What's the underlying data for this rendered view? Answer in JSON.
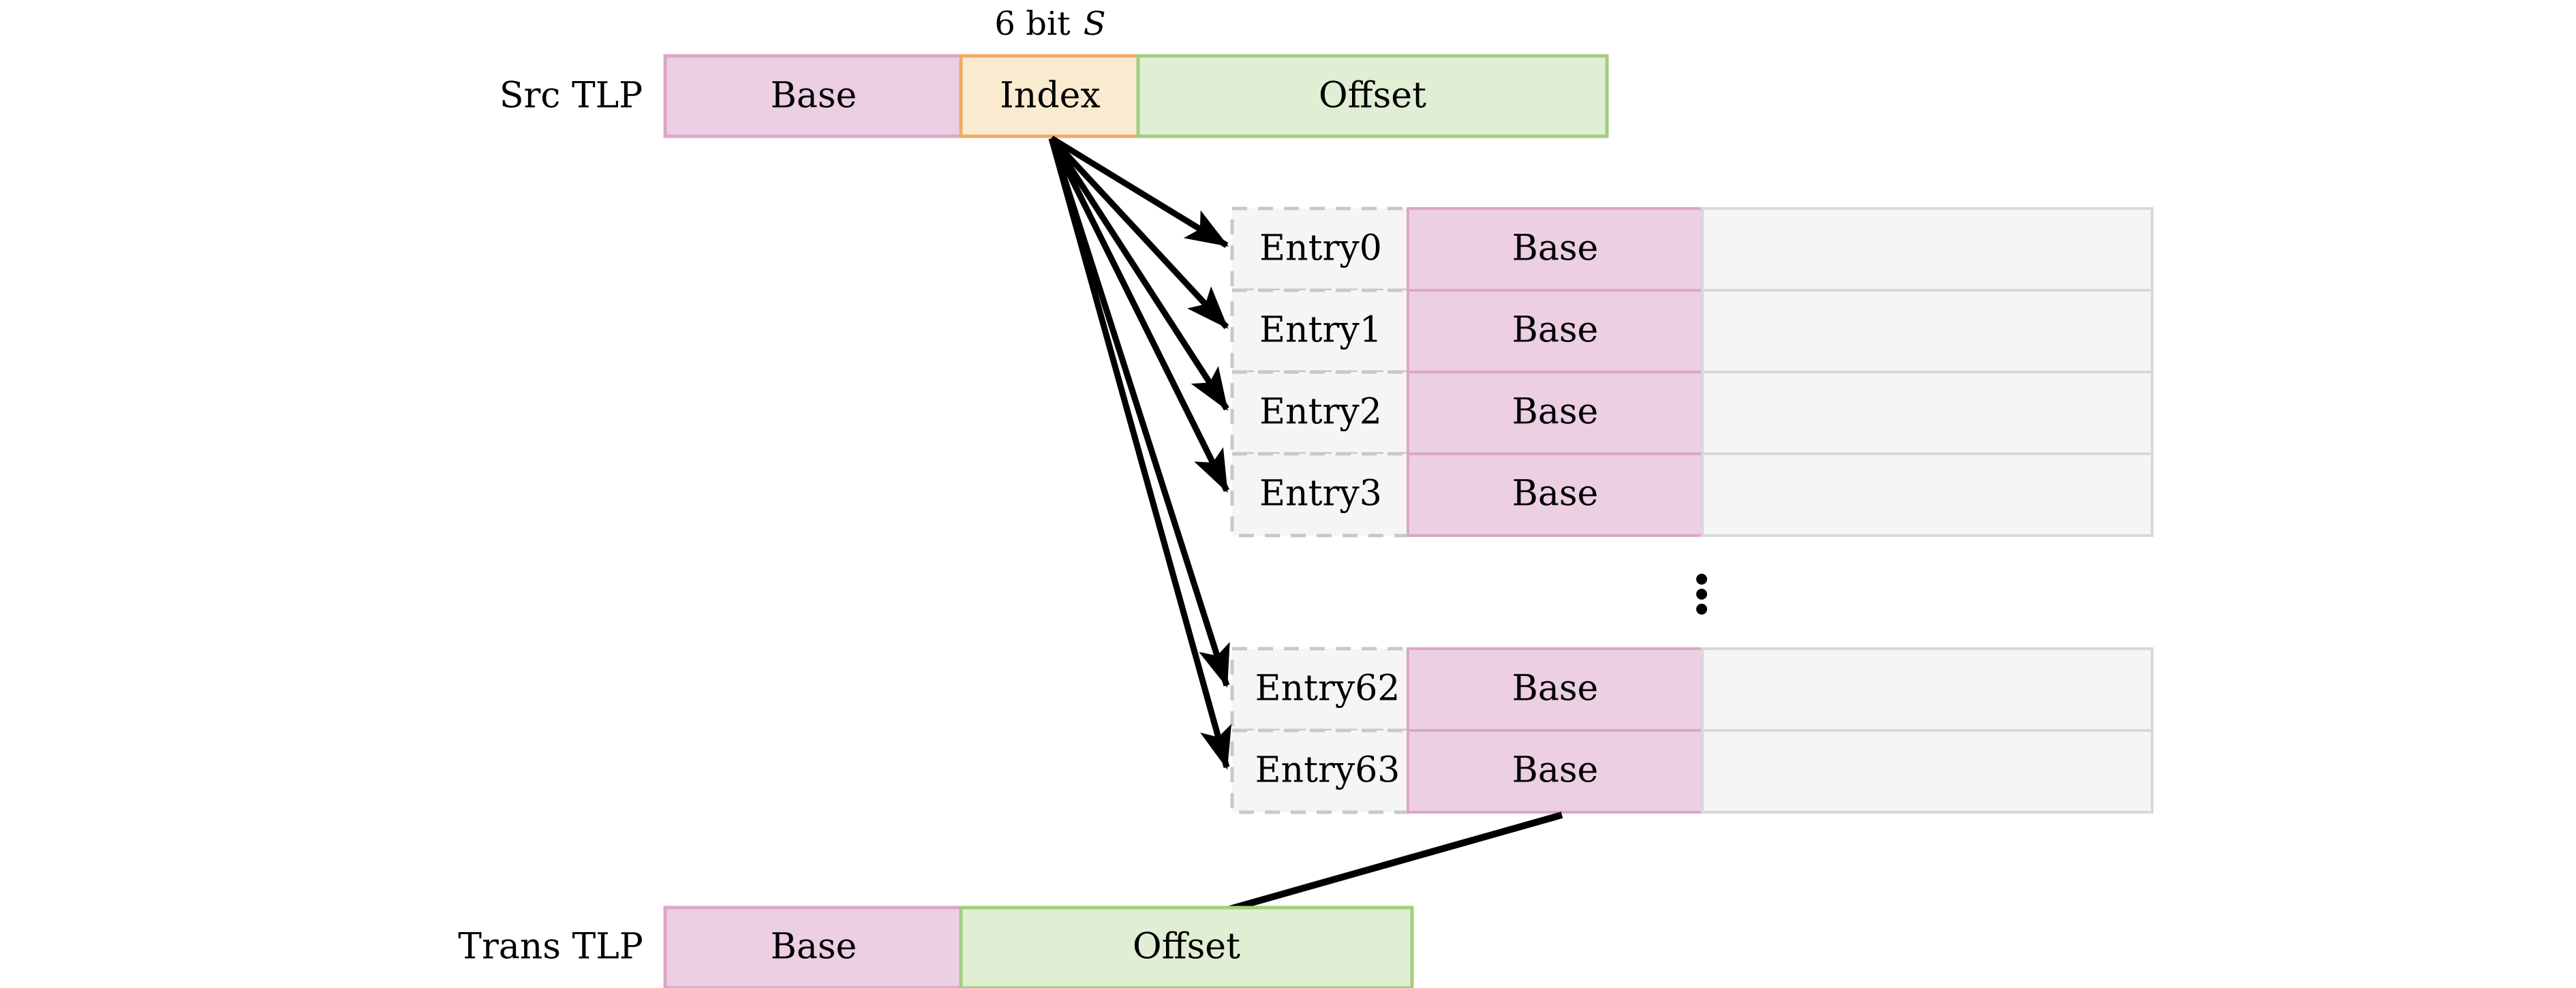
{
  "figure": {
    "title_note": "6 bit S",
    "bit_label": {
      "count": "6 bit",
      "symbol": "S"
    },
    "colors": {
      "base_fill": "#eccfe2",
      "base_stroke": "#dba6c8",
      "index_fill": "#faeacf",
      "index_stroke": "#eeab67",
      "offset_fill": "#e0eed3",
      "offset_stroke": "#a3cd7f",
      "table_entry_fill": "#f5f5f5",
      "table_entry_stroke": "#c8c8c8",
      "table_blank_fill": "#f5f5f5",
      "table_blank_stroke": "#d8d8d8",
      "arrow": "#000000",
      "text": "#000000",
      "background": "#ffffff"
    }
  },
  "src_tlp": {
    "label": "Src TLP",
    "fields": [
      {
        "name": "Base",
        "kind": "base"
      },
      {
        "name": "Index",
        "kind": "index"
      },
      {
        "name": "Offset",
        "kind": "offset"
      }
    ]
  },
  "trans_tlp": {
    "label": "Trans TLP",
    "fields": [
      {
        "name": "Base",
        "kind": "base"
      },
      {
        "name": "Offset",
        "kind": "offset"
      }
    ]
  },
  "table": {
    "base_column_label": "Base",
    "ellipsis": "⋮",
    "rows_top": [
      {
        "entry": "Entry0",
        "base": "Base",
        "blank": ""
      },
      {
        "entry": "Entry1",
        "base": "Base",
        "blank": ""
      },
      {
        "entry": "Entry2",
        "base": "Base",
        "blank": ""
      },
      {
        "entry": "Entry3",
        "base": "Base",
        "blank": ""
      }
    ],
    "rows_bottom": [
      {
        "entry": "Entry62",
        "base": "Base",
        "blank": ""
      },
      {
        "entry": "Entry63",
        "base": "Base",
        "blank": ""
      }
    ]
  },
  "arrows": {
    "index_to_entries_count": 6,
    "entry63_to_trans_base": "lookup result feeds Trans TLP Base"
  }
}
